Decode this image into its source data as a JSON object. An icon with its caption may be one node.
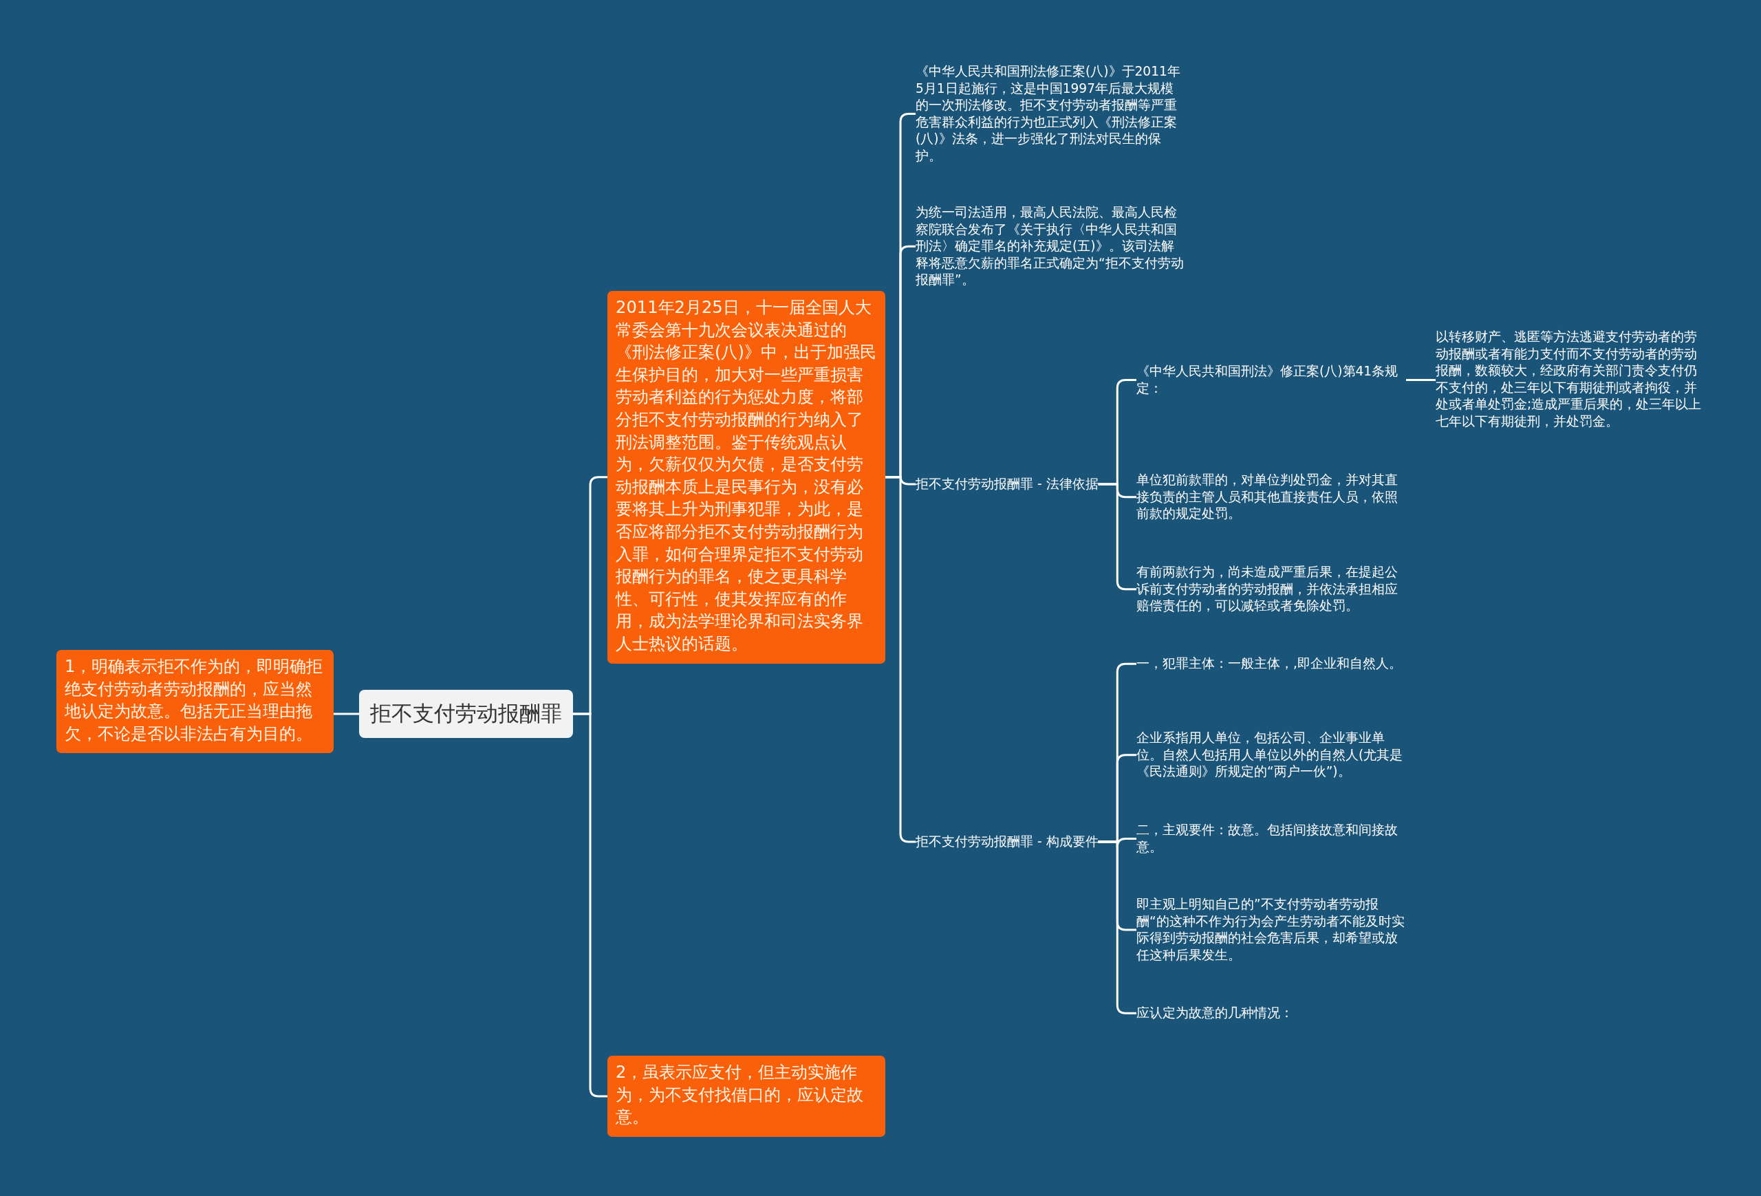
{
  "diagram": {
    "nodes": [
      {
        "text": [
          "拒不支付劳动报酬罪"
        ]
      },
      {
        "text": [
          "1，明确表示拒不作为的，即明确拒绝支付劳动者劳动报酬的，应当然地认定为故意。包括无正当理由拖欠，不论是否以非法占有为目的。"
        ]
      },
      {
        "text": [
          "2011年2月25日，十一届全国人大常委会第十九次会议表决通过的《刑法修正案(八)》中，出于加强民生保护目的，加大对一些严重损害劳动者利益的行为惩处力度，将部分拒不支付劳动报酬的行为纳入了刑法调整范围。鉴于传统观点认为，欠薪仅仅为欠债，是否支付劳动报酬本质上是民事行为，没有必要将其上升为刑事犯罪，为此，是否应将部分拒不支付劳动报酬行为入罪，如何合理界定拒不支付劳动报酬行为的罪名，使之更具科学性、可行性，使其发挥应有的作用，成为法学理论界和司法实务界人士热议的话题。"
        ]
      },
      {
        "text": [
          "《中华人民共和国刑法修正案(八)》于2011年5月1日起施行，这是中国1997年后最大规模的一次刑法修改。拒不支付劳动者报酬等严重危害群众利益的行为也正式列入《刑法修正案(八)》法条，进一步强化了刑法对民生的保护。"
        ]
      },
      {
        "text": [
          "为统一司法适用，最高人民法院、最高人民检察院联合发布了《关于执行〈中华人民共和国刑法〉确定罪名的补充规定(五)》。该司法解释将恶意欠薪的罪名正式确定为“拒不支付劳动报酬罪”。"
        ]
      },
      {
        "text": [
          "拒不支付劳动报酬罪 - 法律依据"
        ]
      },
      {
        "text": [
          "《中华人民共和国刑法》修正案(八)第41条规定："
        ]
      },
      {
        "text": [
          "以转移财产、逃匿等方法逃避支付劳动者的劳动报酬或者有能力支付而不支付劳动者的劳动报酬，数额较大，经政府有关部门责令支付仍不支付的，处三年以下有期徒刑或者拘役，并处或者单处罚金;造成严重后果的，处三年以上七年以下有期徒刑，并处罚金。"
        ]
      },
      {
        "text": [
          "单位犯前款罪的，对单位判处罚金，并对其直接负责的主管人员和其他直接责任人员，依照前款的规定处罚。"
        ]
      },
      {
        "text": [
          "有前两款行为，尚未造成严重后果，在提起公诉前支付劳动者的劳动报酬，并依法承担相应赔偿责任的，可以减轻或者免除处罚。"
        ]
      },
      {
        "text": [
          "拒不支付劳动报酬罪 - 构成要件"
        ]
      },
      {
        "text": [
          "一，犯罪主体：一般主体，,即企业和自然人。"
        ]
      },
      {
        "text": [
          "企业系指用人单位，包括公司、企业事业单位。自然人包括用人单位以外的自然人(尤其是《民法通则》所规定的“两户一伙”)。"
        ]
      },
      {
        "text": [
          "二，主观要件：故意。包括间接故意和间接故意。"
        ]
      },
      {
        "text": [
          "即主观上明知自己的”不支付劳动者劳动报酬“的这种不作为行为会产生劳动者不能及时实际得到劳动报酬的社会危害后果，却希望或放任这种后果发生。"
        ]
      },
      {
        "text": [
          "应认定为故意的几种情况："
        ]
      },
      {
        "text": [
          "2，虽表示应支付，但主动实施作为，为不支付找借口的，应认定故意。"
        ]
      }
    ],
    "edges": [
      {
        "from": 0,
        "to": 1,
        "arrow": "none"
      },
      {
        "from": 0,
        "to": 2,
        "arrow": "none"
      },
      {
        "from": 0,
        "to": 16,
        "arrow": "none"
      },
      {
        "from": 2,
        "to": 3,
        "arrow": "none"
      },
      {
        "from": 2,
        "to": 4,
        "arrow": "none"
      },
      {
        "from": 2,
        "to": 5,
        "arrow": "none"
      },
      {
        "from": 2,
        "to": 10,
        "arrow": "none"
      },
      {
        "from": 5,
        "to": 6,
        "arrow": "none"
      },
      {
        "from": 6,
        "to": 7,
        "arrow": "none"
      },
      {
        "from": 5,
        "to": 8,
        "arrow": "none"
      },
      {
        "from": 5,
        "to": 9,
        "arrow": "none"
      },
      {
        "from": 10,
        "to": 11,
        "arrow": "none"
      },
      {
        "from": 10,
        "to": 12,
        "arrow": "none"
      },
      {
        "from": 10,
        "to": 13,
        "arrow": "none"
      },
      {
        "from": 10,
        "to": 14,
        "arrow": "none"
      },
      {
        "from": 10,
        "to": 15,
        "arrow": "none"
      }
    ]
  }
}
